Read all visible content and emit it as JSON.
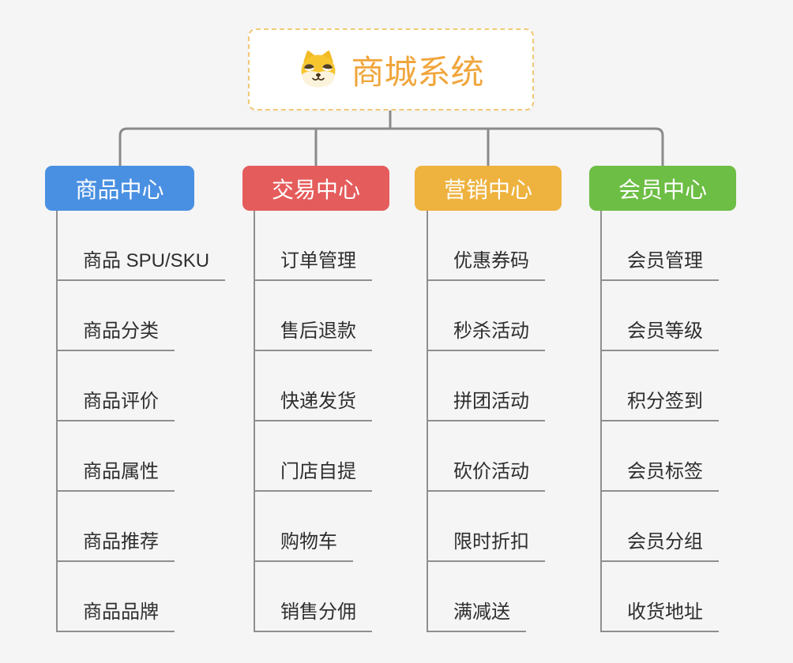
{
  "root": {
    "title": "商城系统",
    "icon": "shiba-dog-icon"
  },
  "colors": {
    "background": "#F5F5F5",
    "connector": "#8A8A8A",
    "underline": "#8F8F8F",
    "leaf_text": "#2E2E2E",
    "root_text": "#F0A63C",
    "root_border": "#F2C879"
  },
  "branches": [
    {
      "label": "商品中心",
      "color": "#4A90E2",
      "children": [
        "商品 SPU/SKU",
        "商品分类",
        "商品评价",
        "商品属性",
        "商品推荐",
        "商品品牌"
      ]
    },
    {
      "label": "交易中心",
      "color": "#E55C5C",
      "children": [
        "订单管理",
        "售后退款",
        "快递发货",
        "门店自提",
        "购物车",
        "销售分佣"
      ]
    },
    {
      "label": "营销中心",
      "color": "#EEB23E",
      "children": [
        "优惠券码",
        "秒杀活动",
        "拼团活动",
        "砍价活动",
        "限时折扣",
        "满减送"
      ]
    },
    {
      "label": "会员中心",
      "color": "#6DBE45",
      "children": [
        "会员管理",
        "会员等级",
        "积分签到",
        "会员标签",
        "会员分组",
        "收货地址"
      ]
    }
  ]
}
